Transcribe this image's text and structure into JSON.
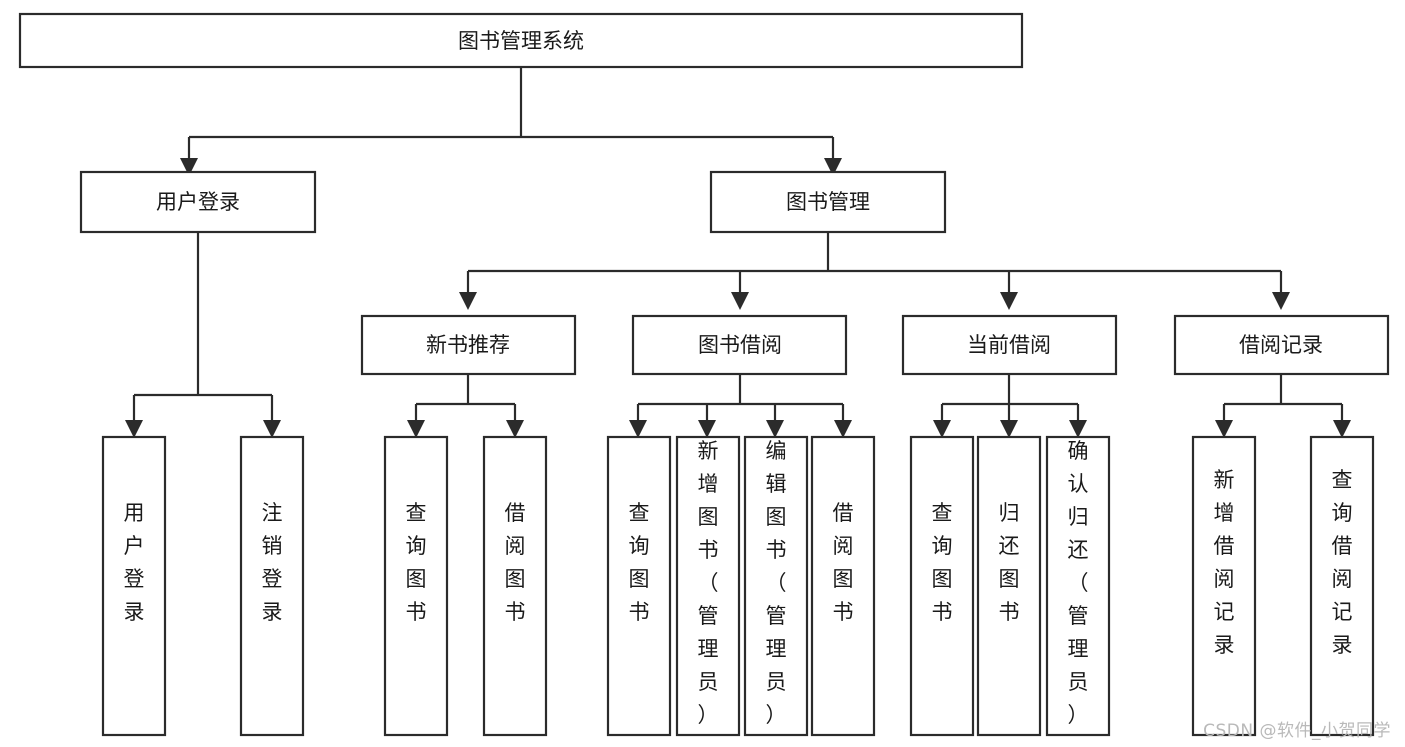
{
  "diagram": {
    "title": "图书管理系统",
    "type": "tree",
    "watermark": "CSDN @软件_小贺同学",
    "colors": {
      "box_stroke": "#2b2b2b",
      "box_fill": "#ffffff",
      "text": "#1a1a1a",
      "background": "#ffffff",
      "watermark": "#b9b9b9"
    },
    "levels": [
      {
        "level": 1,
        "nodes": [
          {
            "id": "root",
            "label": "图书管理系统",
            "orientation": "horizontal"
          }
        ]
      },
      {
        "level": 2,
        "nodes": [
          {
            "id": "login",
            "label": "用户登录",
            "orientation": "horizontal",
            "parent": "root"
          },
          {
            "id": "bookmgmt",
            "label": "图书管理",
            "orientation": "horizontal",
            "parent": "root"
          }
        ]
      },
      {
        "level": 3,
        "nodes": [
          {
            "id": "newbook",
            "label": "新书推荐",
            "orientation": "horizontal",
            "parent": "bookmgmt"
          },
          {
            "id": "borrow",
            "label": "图书借阅",
            "orientation": "horizontal",
            "parent": "bookmgmt"
          },
          {
            "id": "current",
            "label": "当前借阅",
            "orientation": "horizontal",
            "parent": "bookmgmt"
          },
          {
            "id": "records",
            "label": "借阅记录",
            "orientation": "horizontal",
            "parent": "bookmgmt"
          }
        ]
      },
      {
        "level": 4,
        "nodes": [
          {
            "id": "leaf-login-1",
            "label": "用户登录",
            "orientation": "vertical",
            "parent": "login"
          },
          {
            "id": "leaf-login-2",
            "label": "注销登录",
            "orientation": "vertical",
            "parent": "login"
          },
          {
            "id": "leaf-new-1",
            "label": "查询图书",
            "orientation": "vertical",
            "parent": "newbook"
          },
          {
            "id": "leaf-new-2",
            "label": "借阅图书",
            "orientation": "vertical",
            "parent": "newbook"
          },
          {
            "id": "leaf-borrow-1",
            "label": "查询图书",
            "orientation": "vertical",
            "parent": "borrow"
          },
          {
            "id": "leaf-borrow-2",
            "label": "新增图书（管理员）",
            "orientation": "vertical",
            "parent": "borrow"
          },
          {
            "id": "leaf-borrow-3",
            "label": "编辑图书（管理员）",
            "orientation": "vertical",
            "parent": "borrow"
          },
          {
            "id": "leaf-borrow-4",
            "label": "借阅图书",
            "orientation": "vertical",
            "parent": "borrow"
          },
          {
            "id": "leaf-cur-1",
            "label": "查询图书",
            "orientation": "vertical",
            "parent": "current"
          },
          {
            "id": "leaf-cur-2",
            "label": "归还图书",
            "orientation": "vertical",
            "parent": "current"
          },
          {
            "id": "leaf-cur-3",
            "label": "确认归还（管理员）",
            "orientation": "vertical",
            "parent": "current"
          },
          {
            "id": "leaf-rec-1",
            "label": "新增借阅记录",
            "orientation": "vertical",
            "parent": "records"
          },
          {
            "id": "leaf-rec-2",
            "label": "查询借阅记录",
            "orientation": "vertical",
            "parent": "records"
          }
        ]
      }
    ]
  }
}
